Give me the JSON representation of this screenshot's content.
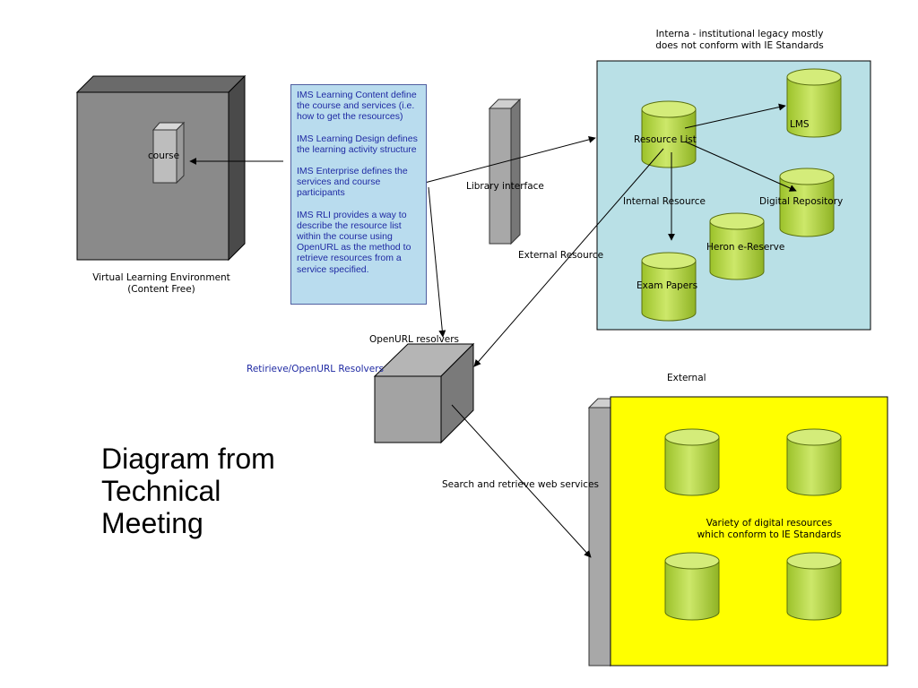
{
  "title": "Diagram from\nTechnical\nMeeting",
  "vle": {
    "label_line1": "Virtual Learning Environment",
    "label_line2": "(Content Free)",
    "course_label": "course"
  },
  "ims_notes": [
    "IMS Learning Content define the course and services (i.e. how to get the resources)",
    "IMS Learning Design defines the learning activity structure",
    "IMS Enterprise defines the services and course participants",
    "IMS RLI provides a way to describe the resource list within the course using OpenURL as the method to retrieve resources from a service specified."
  ],
  "library_interface": "Library interface",
  "internal": {
    "header_line1": "Interna - institutional legacy mostly",
    "header_line2": "does not conform with IE Standards",
    "resource_list": "Resource List",
    "lms": "LMS",
    "digital_repository": "Digital Repository",
    "internal_resource": "Internal Resource",
    "heron": "Heron e-Reserve",
    "exam_papers": "Exam Papers"
  },
  "external_resource": "External Resource",
  "openurl": {
    "resolvers_label": "OpenURL resolvers",
    "retrieve_label": "Retirieve/OpenURL Resolvers"
  },
  "search_services": "Search and retrieve web services",
  "external": {
    "header": "External",
    "desc_line1": "Variety of digital resources",
    "desc_line2": "which conform to IE Standards"
  },
  "colors": {
    "internal_bg": "#b9e0e6",
    "external_bg": "#ffff00",
    "cylinder_body": "#b5d93a",
    "cylinder_top": "#d4ec7a",
    "box_gray": "#8a8a8a"
  }
}
